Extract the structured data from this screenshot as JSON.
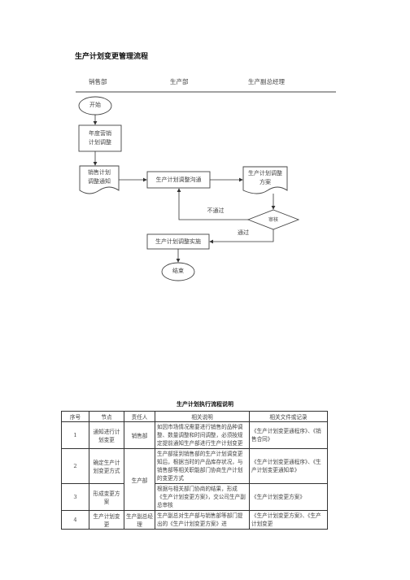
{
  "title": "生产计划变更管理流程",
  "lanes": [
    "销售部",
    "生产部",
    "生产副总经理"
  ],
  "nodes": {
    "start": "开始",
    "annual_plan": [
      "年度营销",
      "计划调整"
    ],
    "sales_notice": [
      "销售计划",
      "调整通知"
    ],
    "communicate": "生产计划调整沟通",
    "adjust_plan": [
      "生产计划调整",
      "方案"
    ],
    "review": "审核",
    "implement": "生产计划调整实施",
    "end": "结束"
  },
  "edge_labels": {
    "fail": "不通过",
    "pass": "通过"
  },
  "table": {
    "title": "生产计划执行流程说明",
    "headers": [
      "序号",
      "节点",
      "责任人",
      "相关说明",
      "相关文件或记录"
    ],
    "rows": [
      {
        "no": "1",
        "node": "通知进行计划变更",
        "owner": "销售部",
        "desc": "如因市场情况需要进行销售的品种调整、数量调整和时间调整，必须按规定提前通知生产部进行生产计划变更",
        "docs": "《生产计划变更通程序》、《销售合同》"
      },
      {
        "no": "2",
        "node": "确定生产计划变更方式",
        "owner": "生产部",
        "desc": "生产部接到销售部的生产计划调变更知后，根据当时的产品库存状况，与销售部等相关职能部门协商生产计划的变更方式",
        "docs": "《生产计划变更通程序》、《生产计划变更通知单》"
      },
      {
        "no": "3",
        "node": "形成变更方案",
        "owner": "",
        "desc": "根据与相关部门协商的结果，形成《生产计划变更方案》，交公司生产副总审核",
        "docs": "《生产计划变更方案》"
      },
      {
        "no": "4",
        "node": "生产计划变更",
        "owner": "生产副总经理",
        "desc": "生产副总对生产部与销售部等部门提出的《生产计划变更方案》进",
        "docs": "《生产计划变更方案》、《生产计划变更"
      }
    ]
  }
}
